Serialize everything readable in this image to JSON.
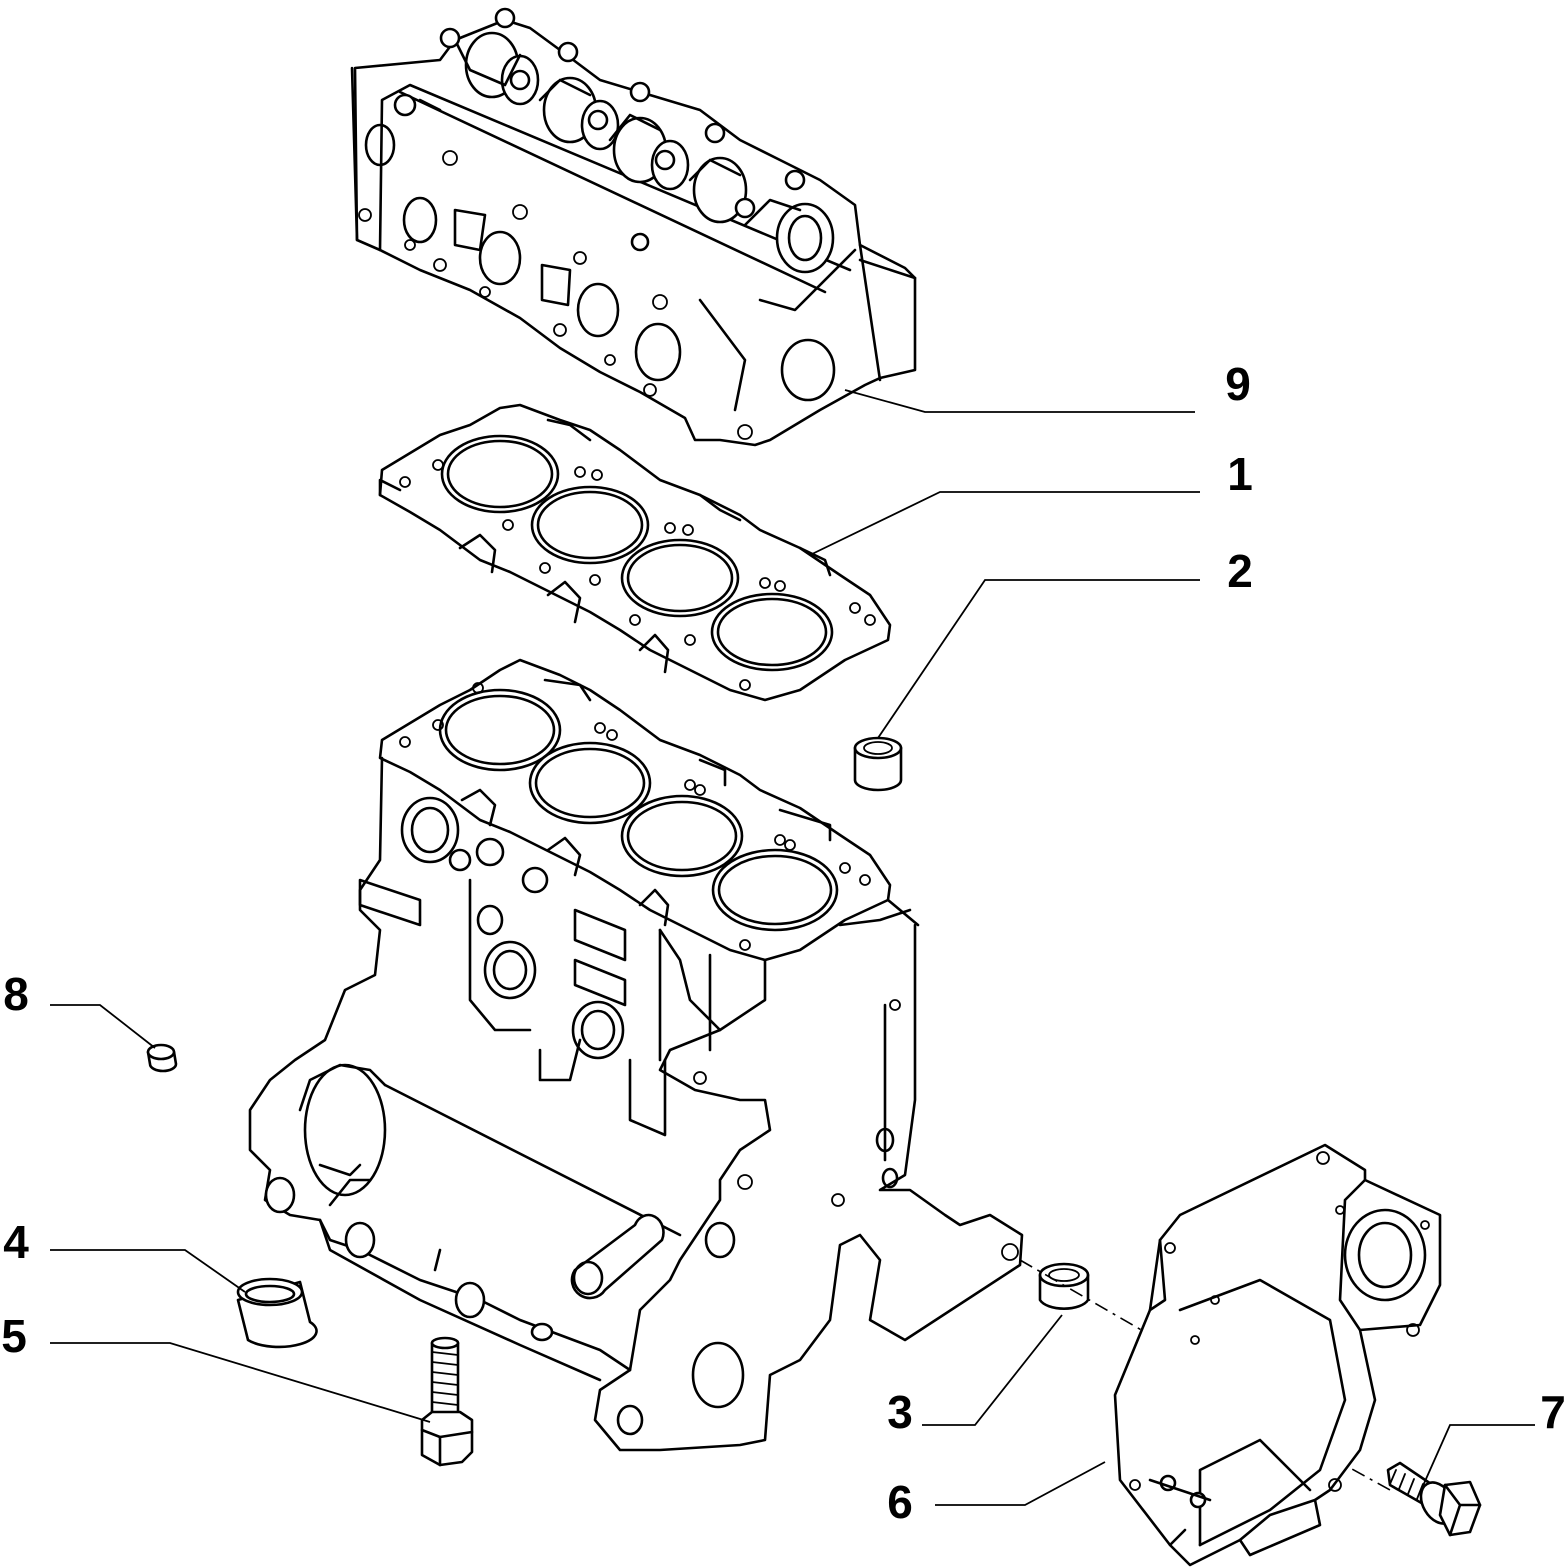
{
  "callouts": [
    {
      "id": "c9",
      "label": "9"
    },
    {
      "id": "c1",
      "label": "1"
    },
    {
      "id": "c2",
      "label": "2"
    },
    {
      "id": "c8",
      "label": "8"
    },
    {
      "id": "c4",
      "label": "4"
    },
    {
      "id": "c5",
      "label": "5"
    },
    {
      "id": "c3",
      "label": "3"
    },
    {
      "id": "c6",
      "label": "6"
    },
    {
      "id": "c7",
      "label": "7"
    }
  ]
}
